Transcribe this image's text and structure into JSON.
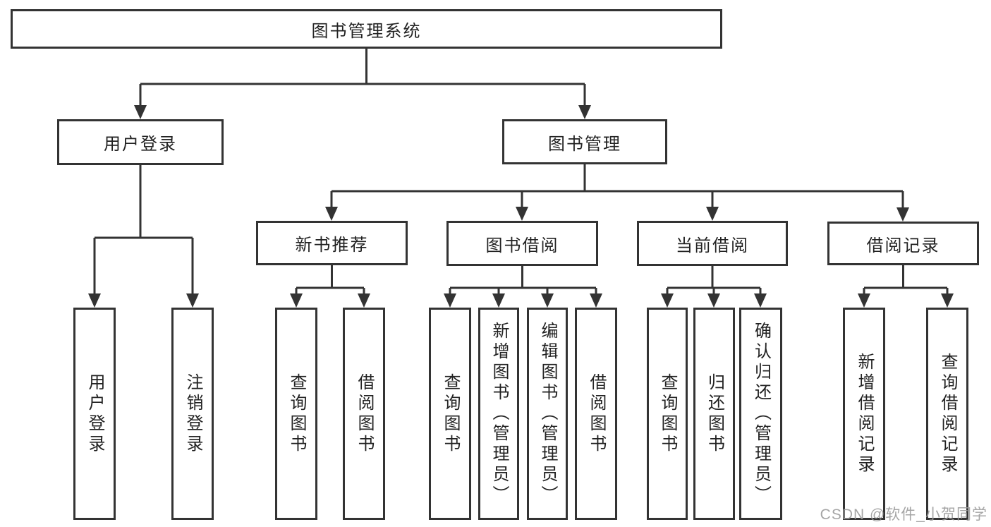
{
  "diagram": {
    "root": {
      "label": "图书管理系统"
    },
    "level2": [
      {
        "label": "用户登录"
      },
      {
        "label": "图书管理"
      }
    ],
    "level3": [
      {
        "label": "新书推荐"
      },
      {
        "label": "图书借阅"
      },
      {
        "label": "当前借阅"
      },
      {
        "label": "借阅记录"
      }
    ],
    "leaves": {
      "login": [
        "用户登录",
        "注销登录"
      ],
      "recommend": [
        "查询图书",
        "借阅图书"
      ],
      "borrow": [
        "查询图书",
        "新增图书（管理员）",
        "编辑图书（管理员）",
        "借阅图书"
      ],
      "current": [
        "查询图书",
        "归还图书",
        "确认归还（管理员）"
      ],
      "records": [
        "新增借阅记录",
        "查询借阅记录"
      ]
    },
    "colors": {
      "line": "#333333",
      "box_border": "#333333",
      "text": "#222222",
      "background": "#ffffff",
      "watermark": "#9c9c9c"
    },
    "watermark": {
      "text": "CSDN @软件_小贺同学"
    }
  }
}
